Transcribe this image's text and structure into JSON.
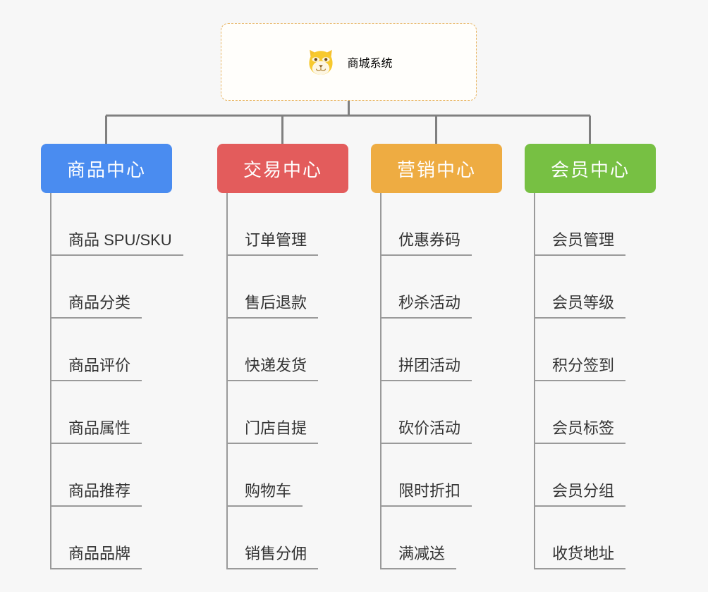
{
  "root": {
    "title": "商城系统",
    "icon": "shiba-dog-emoji",
    "border_color": "#e8b563",
    "text_color": "#eaa528",
    "background": "#fffefb"
  },
  "canvas": {
    "background": "#f7f7f7",
    "connector_color": "#808080"
  },
  "columns": [
    {
      "title": "商品中心",
      "color": "#4a8cf0",
      "items": [
        "商品 SPU/SKU",
        "商品分类",
        "商品评价",
        "商品属性",
        "商品推荐",
        "商品品牌"
      ]
    },
    {
      "title": "交易中心",
      "color": "#e35c5c",
      "items": [
        "订单管理",
        "售后退款",
        "快递发货",
        "门店自提",
        "购物车",
        "销售分佣"
      ]
    },
    {
      "title": "营销中心",
      "color": "#eeac42",
      "items": [
        "优惠券码",
        "秒杀活动",
        "拼团活动",
        "砍价活动",
        "限时折扣",
        "满减送"
      ]
    },
    {
      "title": "会员中心",
      "color": "#77c043",
      "items": [
        "会员管理",
        "会员等级",
        "积分签到",
        "会员标签",
        "会员分组",
        "收货地址"
      ]
    }
  ]
}
